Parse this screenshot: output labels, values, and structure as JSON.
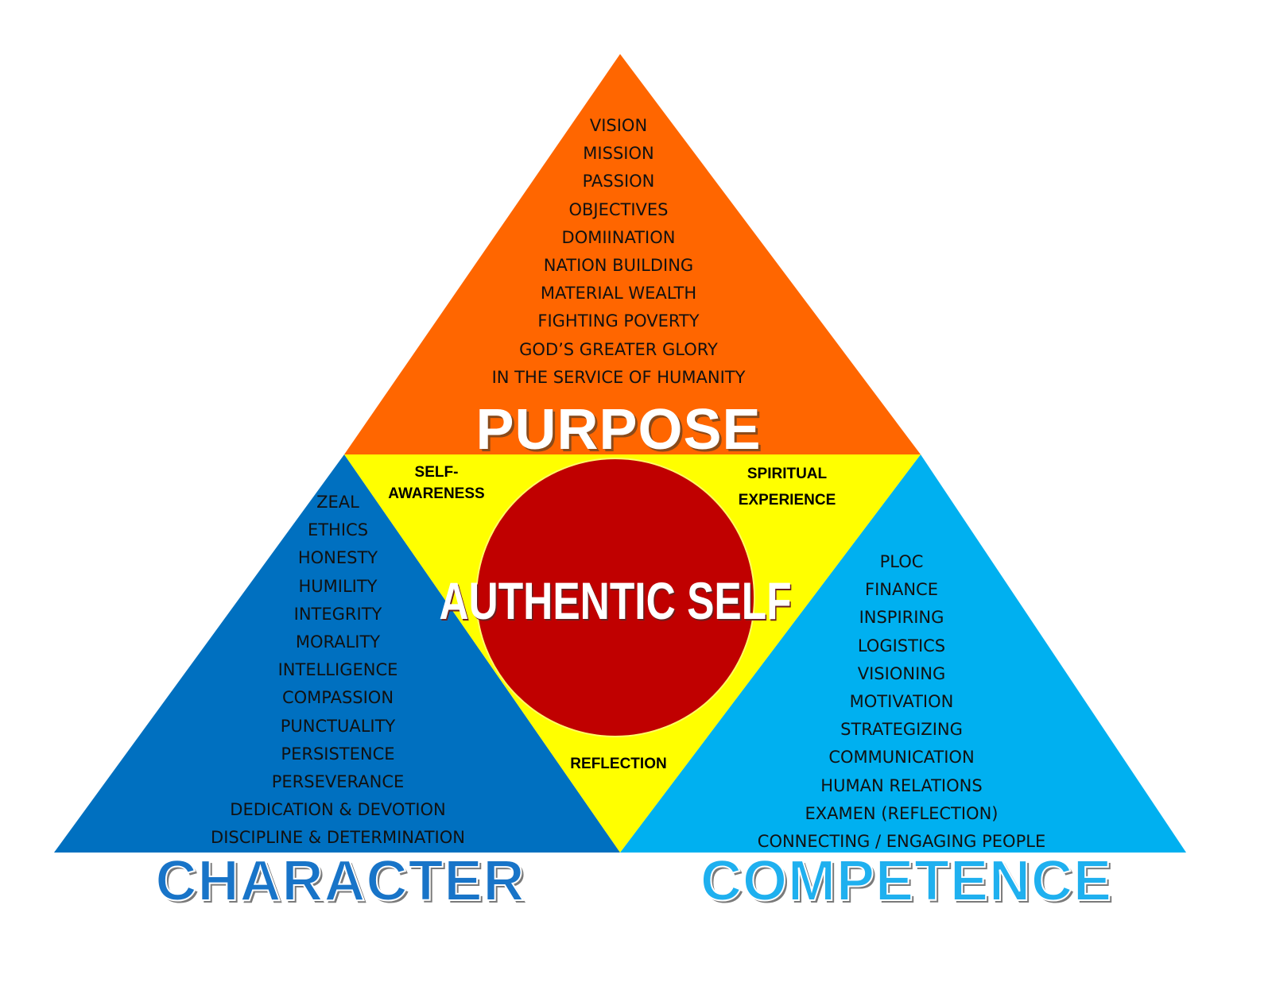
{
  "colors": {
    "purpose": "#FF6600",
    "character": "#0070C0",
    "competence": "#00B0F0",
    "center_triangle": "#FFFF00",
    "center_circle": "#C00000",
    "background": "#FFFFFF"
  },
  "purpose": {
    "title": "PURPOSE",
    "items": [
      "VISION",
      "MISSION",
      "PASSION",
      "OBJECTIVES",
      "DOMIINATION",
      "NATION BUILDING",
      "MATERIAL WEALTH",
      "FIGHTING POVERTY",
      "GOD’S GREATER GLORY",
      "IN THE SERVICE OF HUMANITY"
    ]
  },
  "character": {
    "title": "CHARACTER",
    "items": [
      "ZEAL",
      "ETHICS",
      "HONESTY",
      "HUMILITY",
      "INTEGRITY",
      "MORALITY",
      "INTELLIGENCE",
      "COMPASSION",
      "PUNCTUALITY",
      "PERSISTENCE",
      "PERSEVERANCE",
      "DEDICATION & DEVOTION",
      "DISCIPLINE & DETERMINATION"
    ]
  },
  "competence": {
    "title": "COMPETENCE",
    "items": [
      "PLOC",
      "FINANCE",
      "INSPIRING",
      "LOGISTICS",
      "VISIONING",
      "MOTIVATION",
      "STRATEGIZING",
      "COMMUNICATION",
      "HUMAN RELATIONS",
      "EXAMEN (REFLECTION)",
      "CONNECTING / ENGAGING PEOPLE"
    ]
  },
  "center": {
    "label": "AUTHENTIC SELF",
    "corners": {
      "top_left": [
        "SELF-",
        "AWARENESS"
      ],
      "top_right": [
        "SPIRITUAL",
        "EXPERIENCE"
      ],
      "bottom": [
        "REFLECTION"
      ]
    }
  }
}
